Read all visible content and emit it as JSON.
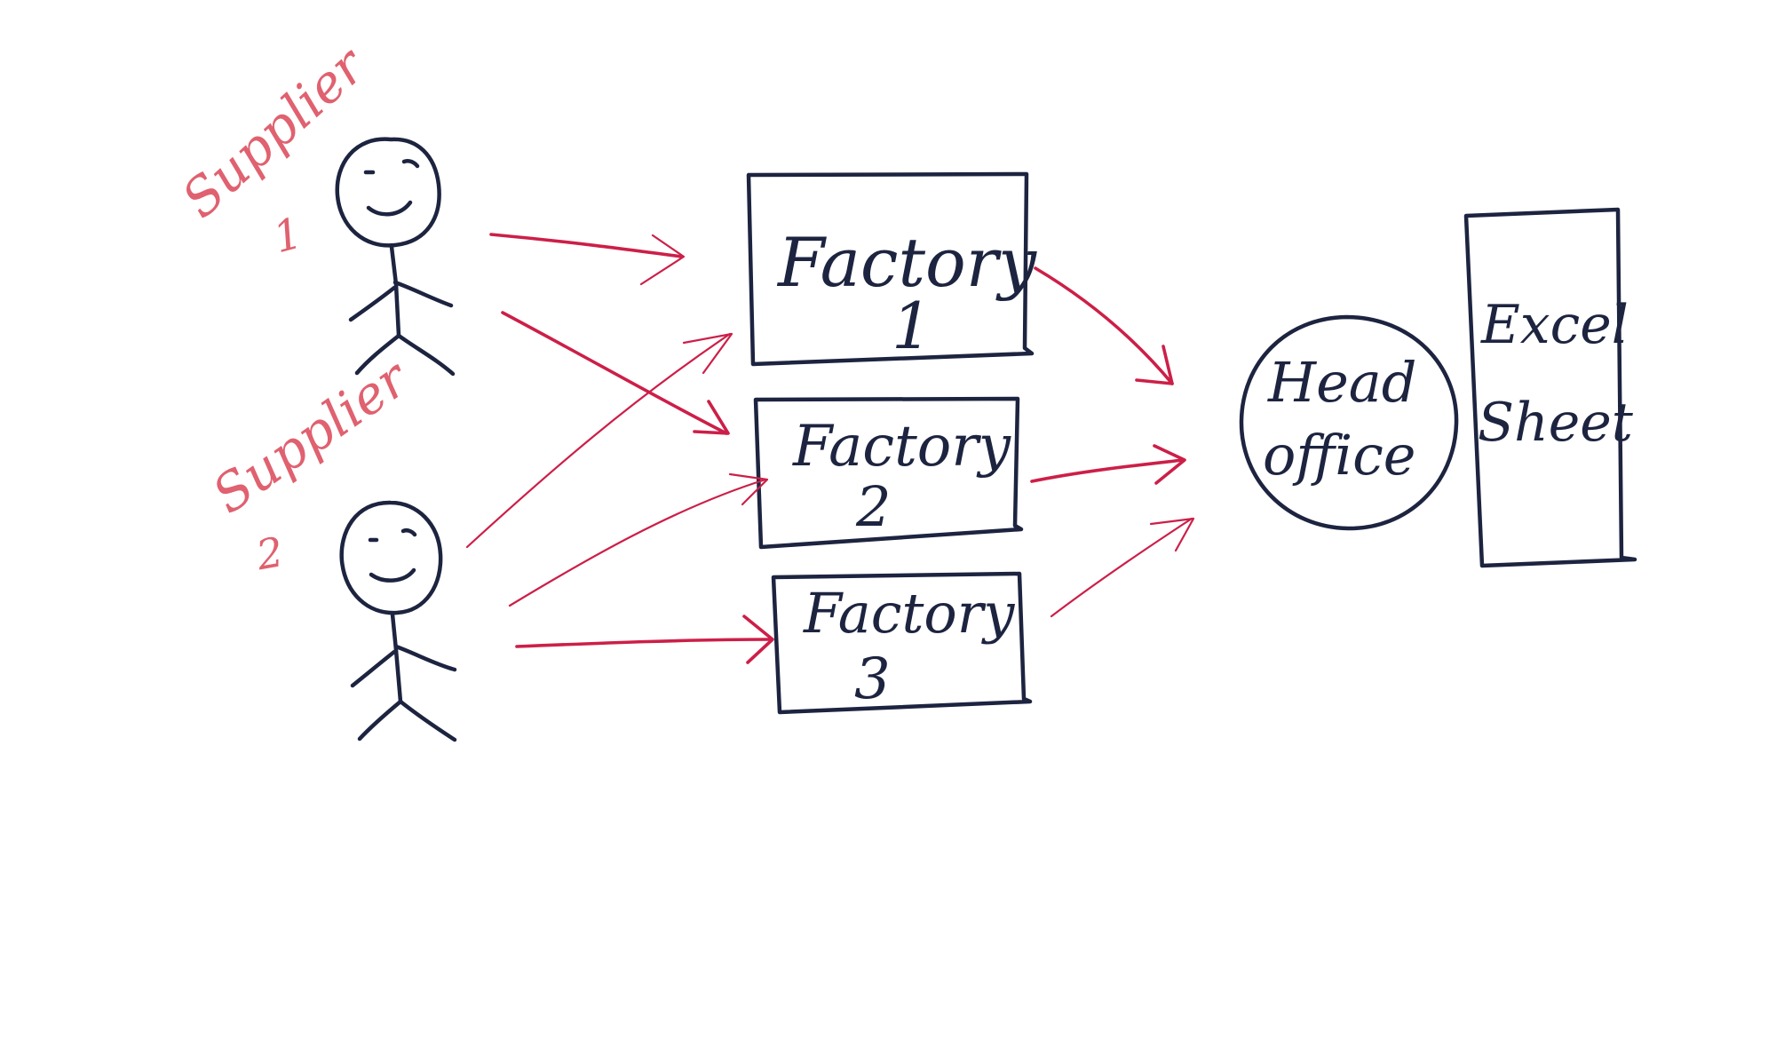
{
  "colors": {
    "ink": "#1d2440",
    "arrow": "#cc1f48",
    "supplier_label": "#e0616f",
    "background": "#ffffff"
  },
  "suppliers": [
    {
      "word": "Supplier",
      "number": "1"
    },
    {
      "word": "Supplier",
      "number": "2"
    }
  ],
  "factories": [
    {
      "word": "Factory",
      "number": "1"
    },
    {
      "word": "Factory",
      "number": "2"
    },
    {
      "word": "Factory",
      "number": "3"
    }
  ],
  "head_office": {
    "line1": "Head",
    "line2": "office"
  },
  "excel_sheet": {
    "line1": "Excel",
    "line2": "Sheet"
  }
}
